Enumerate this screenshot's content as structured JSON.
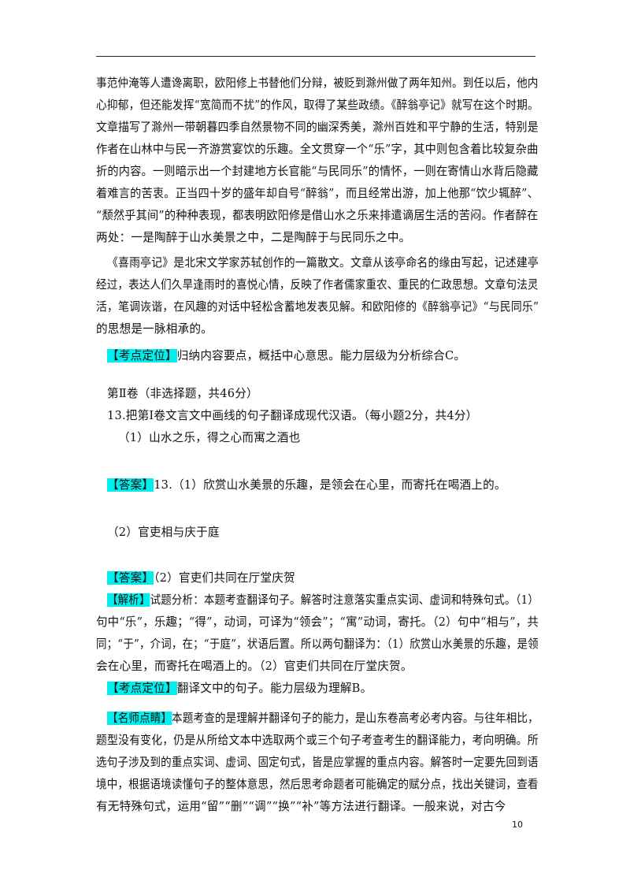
{
  "tags": {
    "kaodian": "【考点定位】",
    "daan": "【答案】",
    "jiexi": "【解析】",
    "mingshi": "【名师点睛】"
  },
  "para1": [
    "事范仲淹等人遭谗离职，欧阳修上书替他们分辩，被贬到滁州做了两年知州。到任以后，他内",
    "心抑郁，但还能发挥“宽简而不扰”的作风，取得了某些政绩。《醉翁亭记》就写在这个时期。",
    "文章描写了滁州一带朝暮四季自然景物不同的幽深秀美，滁州百姓和平宁静的生活，特别是",
    "作者在山林中与民一齐游赏宴饮的乐趣。全文贯穿一个“乐”字，其中则包含着比较复杂曲",
    "折的内容。一则暗示出一个封建地方长官能“与民同乐”的情怀，一则在寄情山水背后隐藏",
    "着难言的苦衷。正当四十岁的盛年却自号“醉翁”，而且经常出游，加上他那“饮少辄醉”、",
    "“颓然乎其间”的种种表现，都表明欧阳修是借山水之乐来排遣谪居生活的苦闷。作者醉在",
    "两处：一是陶醉于山水美景之中，二是陶醉于与民同乐之中。"
  ],
  "para2": [
    "《喜雨亭记》是北宋文学家苏轼创作的一篇散文。文章从该亭命名的缘由写起，记述建亭",
    "经过，表达人们久旱逢雨时的喜悦心情，反映了作者儒家重农、重民的仁政思想。文章句法灵",
    "活，笔调诙谐，在风趣的对话中轻松含蓄地发表见解。和欧阳修的《醉翁亭记》“与民同乐”",
    "的思想是一脉相承的。"
  ],
  "kaodian1": "归纳内容要点，概括中心意思。能力层级为分析综合C。",
  "section_title": "第Ⅱ卷（非选择题，共46分）",
  "q13": "13.把第Ⅰ卷文言文中画线的句子翻译成现代汉语。（每小题2分，共4分）",
  "q13_1": "（1）山水之乐，得之心而寓之酒也",
  "ans1": "13.（1）欣赏山水美景的乐趣，是领会在心里，而寄托在喝酒上的。",
  "q13_2": "（2）官吏相与庆于庭",
  "ans2": "（2）官吏们共同在厅堂庆贺",
  "jiexi_first": "试题分析：本题考查翻译句子。解答时注意落实重点实词、虚词和特殊句式。（1）",
  "jiexi_lines": [
    "句中“乐”，乐趣；“得”，动词，可译为“领会”；“寓”动词，寄托。（2）句中“相与”，共",
    "同；“于”，介词，在；“于庭”，状语后置。所以两句翻译为：（1）欣赏山水美景的乐趣，是领",
    "会在心里，而寄托在喝酒上的。（2）官吏们共同在厅堂庆贺。"
  ],
  "kaodian2": "翻译文中的句子。能力层级为理解B。",
  "mingshi_first": "本题考查的是理解并翻译句子的能力，是山东卷高考必考内容。与往年相比，",
  "mingshi_lines": [
    "题型没有变化，仍是从所给文本中选取两个或三个句子考查考生的翻译能力，考向明确。所",
    "选句子涉及到的重点实词、虚词、固定句式，皆是应掌握的重点内容。解答时一定要先回到语",
    "境中，根据语境读懂句子的整体意思，然后思考命题者可能确定的赋分点，找出关键词，查看",
    "有无特殊句式，运用“留”“删”“调”“换”“补”等方法进行翻译。一般来说，对古今"
  ],
  "page_number": "10"
}
